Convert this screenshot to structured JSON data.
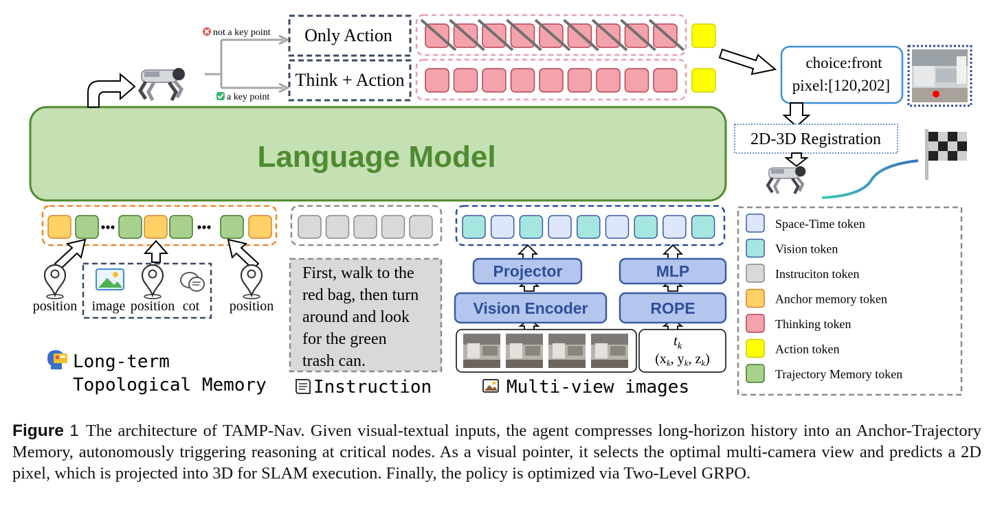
{
  "labels": {
    "language_model": "Language Model",
    "only_action": "Only Action",
    "think_action": "Think + Action",
    "not_key_point": "not a key point",
    "key_point": "a key point",
    "choice_line1": "choice:front",
    "choice_line2": "pixel:[120,202]",
    "registration": "2D-3D Registration",
    "projector": "Projector",
    "vision_encoder": "Vision Encoder",
    "mlp": "MLP",
    "rope": "ROPE",
    "tk": "t",
    "tk_sub": "k",
    "coord": "(x",
    "pos1": "position",
    "image": "image",
    "pos2": "position",
    "cot": "cot",
    "pos3": "position",
    "ltm_line1": "Long-term",
    "ltm_line2": "Topological Memory",
    "instruction_title": "Instruction",
    "multiview_title": "Multi-view images"
  },
  "instruction_lines": [
    "First, walk to the",
    "red bag, then turn",
    "around and look",
    "for the green",
    "trash can."
  ],
  "legend": [
    {
      "label": "Space-Time token",
      "color": "#dde6fb",
      "border": "#3a5ba8"
    },
    {
      "label": "Vision token",
      "color": "#a6e6e0",
      "border": "#3a5ba8"
    },
    {
      "label": "Instruciton token",
      "color": "#d9d9d9",
      "border": "#888888"
    },
    {
      "label": "Anchor memory token",
      "color": "#ffd166",
      "border": "#d9822b"
    },
    {
      "label": "Thinking token",
      "color": "#f4a3ad",
      "border": "#b5434f"
    },
    {
      "label": "Action token",
      "color": "#ffff00",
      "border": "#cccc00"
    },
    {
      "label": "Trajectory Memory token",
      "color": "#a8d18d",
      "border": "#3f7a2b"
    }
  ],
  "caption": {
    "label": "Figure",
    "number": "1",
    "text": "The architecture of TAMP-Nav. Given visual-textual inputs, the agent compresses long-horizon history into an Anchor-Trajectory Memory, autonomously triggering reasoning at critical nodes. As a visual pointer, it selects the optimal multi-camera view and predicts a 2D pixel, which is projected into 3D for SLAM execution. Finally, the policy is optimized via Two-Level GRPO."
  },
  "colors": {
    "lm_fill": "#c5e0b3",
    "lm_border": "#4e8a2f",
    "lm_text": "#4e8a2f",
    "blue_module": "#b4c6ee",
    "blue_module_border": "#3a5ba8",
    "blue_module_text": "#2e4e9a",
    "thinking": "#f4a3ad",
    "action": "#ffff00",
    "anchor": "#ffd166",
    "trajectory": "#a8d18d",
    "vision": "#a6e6e0",
    "spacetime": "#dde6fb",
    "instruction": "#d9d9d9"
  },
  "icons": [
    "robot-dog-icon",
    "red-x-icon",
    "green-check-icon",
    "location-pin-icon",
    "image-icon",
    "chat-bubble-icon",
    "head-icon",
    "scroll-icon",
    "picture-icon",
    "checkered-flag-icon",
    "up-arrow-icon",
    "right-arrow-icon"
  ]
}
